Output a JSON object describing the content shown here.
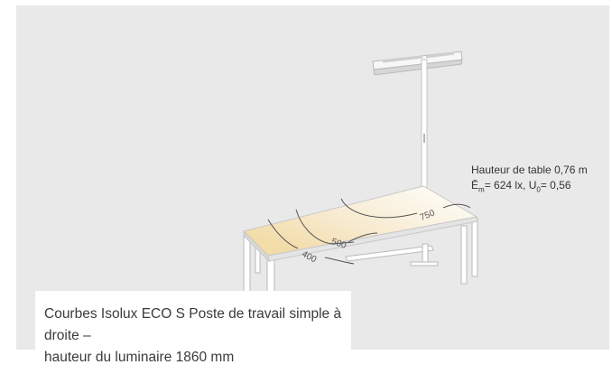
{
  "info": {
    "line1": "Hauteur de table 0,76 m",
    "em_symbol": "Ē",
    "em_sub": "m",
    "em_value": "= 624 lx, U",
    "u_sub": "0",
    "u_value": "= 0,56"
  },
  "isolines": [
    {
      "label": "750"
    },
    {
      "label": "500"
    },
    {
      "label": "400"
    }
  ],
  "caption": {
    "line1": "Courbes Isolux ECO S Poste de travail simple à droite –",
    "line2": "hauteur du luminaire 1860 mm"
  },
  "colors": {
    "background": "#e9e9e9",
    "desk_light": "#fbf6ea",
    "desk_warm": "#f3deae",
    "frame": "#c9c9c9"
  }
}
